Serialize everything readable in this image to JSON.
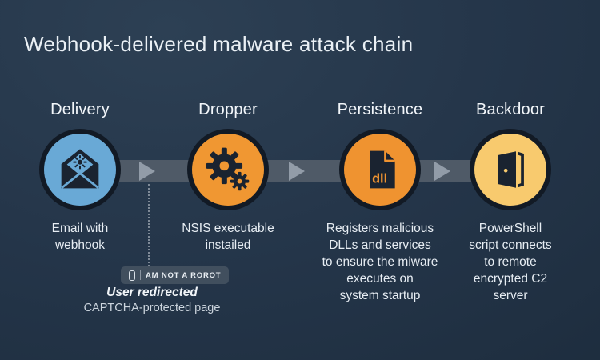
{
  "title": "Webhook-delivered malware attack chain",
  "stages": [
    {
      "label": "Delivery",
      "icon": "open-email-malware-icon",
      "circle_color": "#69a9d6",
      "description": "Email with\nwebhook"
    },
    {
      "label": "Dropper",
      "icon": "gears-icon",
      "circle_color": "#f09732",
      "description": "NSIS executable\ninstailed"
    },
    {
      "label": "Persistence",
      "icon": "dll-file-icon",
      "circle_color": "#ef9330",
      "icon_label": "dll",
      "description": "Registers malicious\nDLLs and services\nto ensure the miware\nexecutes on\nsystem startup"
    },
    {
      "label": "Backdoor",
      "icon": "open-door-icon",
      "circle_color": "#f8ca6e",
      "description": "PowerShell\nscript connects\nto remote\nencrypted C2\nserver"
    }
  ],
  "captcha": {
    "badge_label": "AM NOT A ROROT",
    "caption_primary": "User redirected",
    "caption_secondary": "CAPTCHA-protected page"
  },
  "colors": {
    "bg_top": "#2d4054",
    "bg_mid": "#243549",
    "bg_bottom": "#1b2a3a",
    "band": "#4f5a67",
    "arrow": "#929ca8",
    "ring": "#121a25",
    "icon_dark": "#1a2330",
    "title_text": "#eaf0f5",
    "heading_text": "#f2f6fa",
    "body_text": "#e7edf3",
    "muted_text": "#ccd5de",
    "badge_bg": "#414f5e",
    "badge_icon": "#d9e0e7",
    "dotted_line": "#7f8a97"
  }
}
